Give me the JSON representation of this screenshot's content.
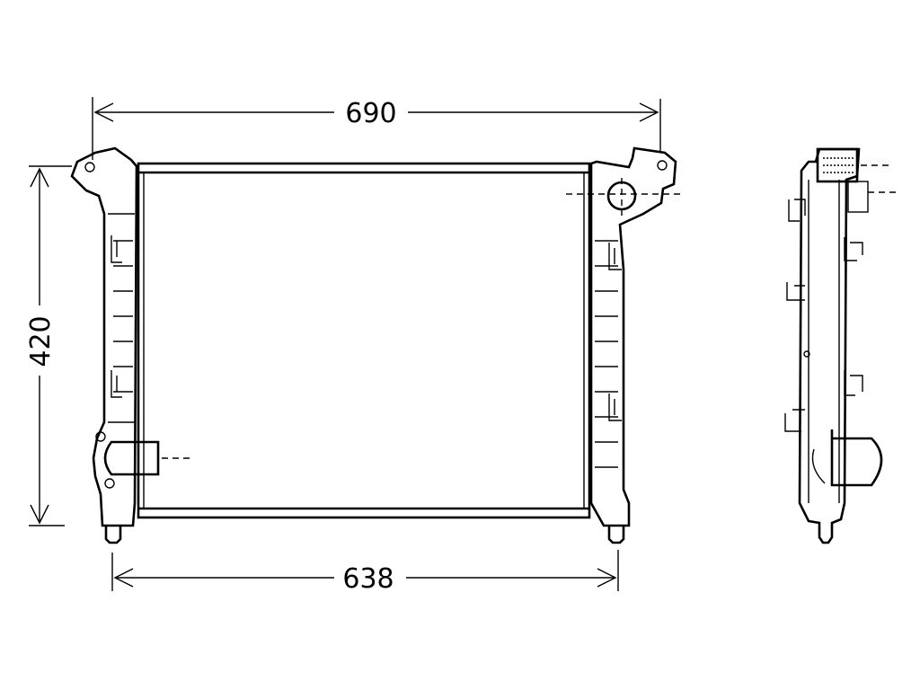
{
  "dimensions": {
    "overall_width": "690",
    "core_width": "638",
    "height": "420"
  },
  "colors": {
    "line": "#000000",
    "background": "#ffffff"
  }
}
